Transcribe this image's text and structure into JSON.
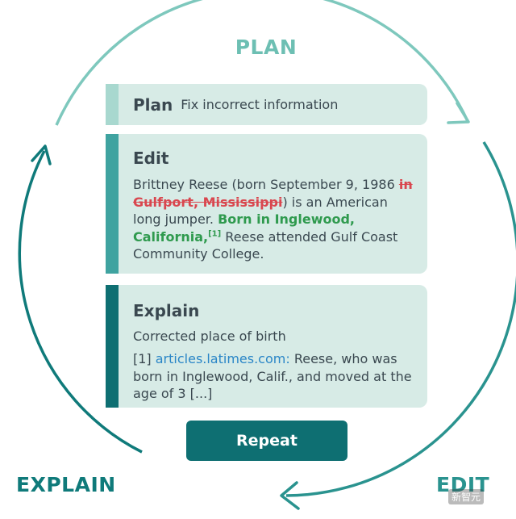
{
  "stages": {
    "plan": "PLAN",
    "edit": "EDIT",
    "explain": "EXPLAIN"
  },
  "plan_card": {
    "title": "Plan",
    "text": "Fix incorrect information"
  },
  "edit_card": {
    "title": "Edit",
    "text_1": "Brittney Reese (born September 9, 1986 ",
    "deleted": "in Gulfport, Mississippi",
    "text_2": ") is an American long jumper. ",
    "inserted": "Born in Inglewood, California,",
    "inserted_ref": "[1]",
    "text_3": " Reese attended Gulf Coast Community College."
  },
  "explain_card": {
    "title": "Explain",
    "reason": "Corrected place of birth",
    "citation_ref": "[1] ",
    "citation_source": "articles.latimes.com:",
    "citation_text": " Reese, who was born in Inglewood, Calif., and moved at the age of 3 [...]"
  },
  "repeat_button": {
    "label": "Repeat"
  },
  "watermark": "新智元",
  "colors": {
    "plan": "#6dbfb3",
    "edit": "#2a938f",
    "explain": "#0f7a7a",
    "card_background": "#d7ebe6",
    "deleted_text": "#d9474f",
    "inserted_text": "#2f9a4e",
    "link": "#2a86c7",
    "button": "#0e6f72"
  }
}
